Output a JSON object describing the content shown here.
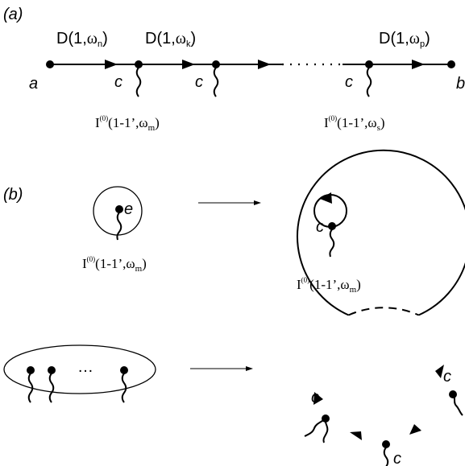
{
  "panel_a": {
    "tag": "(a)",
    "propagators": [
      {
        "prefix": "D(1,",
        "w": "ω",
        "sub": "n",
        "close": ")"
      },
      {
        "prefix": "D(1,",
        "w": "ω",
        "sub": "k",
        "close": ")"
      },
      {
        "prefix": "D(1,",
        "w": "ω",
        "sub": "p",
        "close": ")"
      }
    ],
    "endpoint_start": "a",
    "endpoint_end": "b",
    "vertex_label": "c",
    "interactions": [
      {
        "I": "I",
        "sup": "(0)",
        "args": "(1-1’,",
        "w": "ω",
        "sub": "m",
        "close": ")"
      },
      {
        "I": "I",
        "sup": "(0)",
        "args": "(1-1’,",
        "w": "ω",
        "sub": "s",
        "close": ")"
      }
    ]
  },
  "panel_b": {
    "tag": "(b)",
    "vertex_e": "e",
    "vertex_c": "c",
    "ellipsis": "…",
    "interaction": {
      "I": "I",
      "sup": "(0)",
      "args": "(1-1’,",
      "w": "ω",
      "sub": "m",
      "close": ")"
    }
  }
}
